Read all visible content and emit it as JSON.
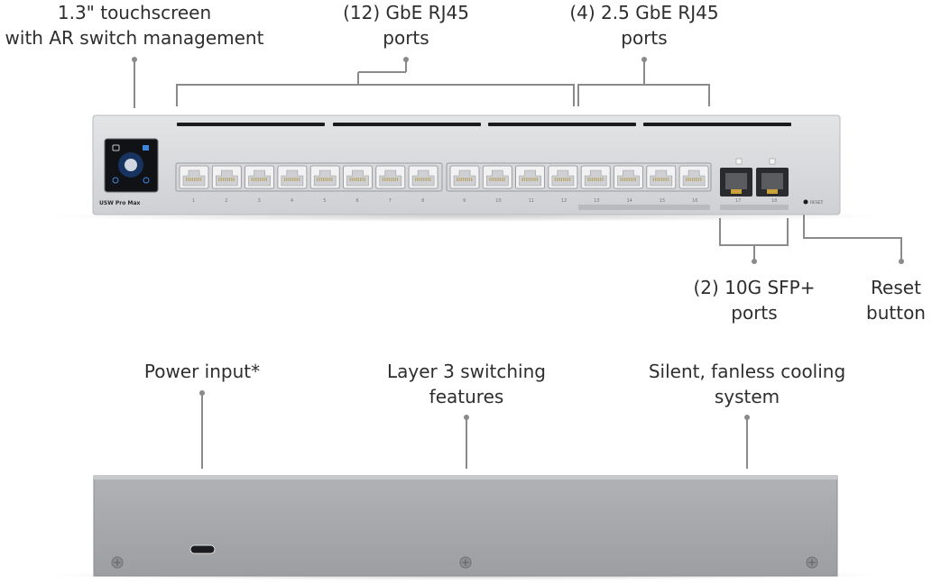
{
  "front_callouts": {
    "touchscreen": [
      "1.3\" touchscreen",
      "with AR switch management"
    ],
    "gbe_ports": [
      "(12) GbE RJ45",
      "ports"
    ],
    "two5_ports": [
      "(4) 2.5 GbE RJ45",
      "ports"
    ],
    "sfp_ports": [
      "(2) 10G SFP+",
      "ports"
    ],
    "reset": [
      "Reset",
      "button"
    ]
  },
  "rear_callouts": {
    "power": [
      "Power input*"
    ],
    "layer3": [
      "Layer 3 switching",
      "features"
    ],
    "cooling": [
      "Silent, fanless cooling",
      "system"
    ]
  },
  "device": {
    "model_label": "USW Pro Max",
    "reset_label": "RESET",
    "port_numbers": [
      "1",
      "2",
      "3",
      "4",
      "5",
      "6",
      "7",
      "8",
      "9",
      "10",
      "11",
      "12",
      "13",
      "14",
      "15",
      "16"
    ],
    "sfp_numbers": [
      "17",
      "18"
    ]
  },
  "colors": {
    "chassis": "#d9dadc",
    "chassis_dark": "#9a9b9e",
    "rear_chassis": "#a7a8ab",
    "line": "#7a7a7a",
    "screen": "#111318",
    "screen_accent": "#2f7bd9"
  }
}
